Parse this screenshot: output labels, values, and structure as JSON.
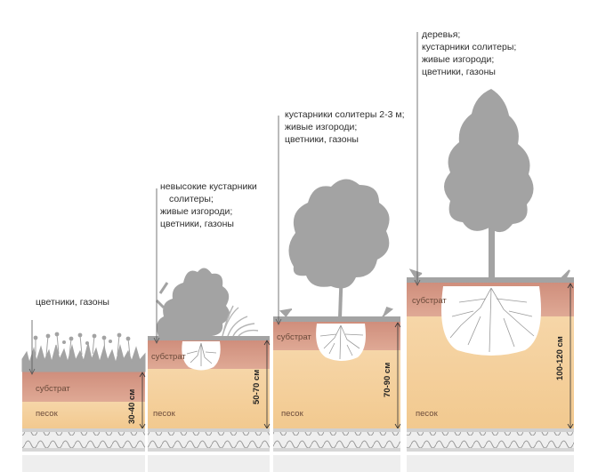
{
  "columns": [
    {
      "plants": [
        "цветники, газоны"
      ],
      "substrate_label": "субстрат",
      "sand_label": "песок",
      "depth": "30-40 см"
    },
    {
      "plants": [
        "невысокие кустарники",
        "солитеры;",
        "живые изгороди;",
        "цветники, газоны"
      ],
      "substrate_label": "субстрат",
      "sand_label": "песок",
      "depth": "50-70 см"
    },
    {
      "plants": [
        "кустарники солитеры 2-3 м;",
        "живые изгороди;",
        "цветники, газоны"
      ],
      "substrate_label": "субстрат",
      "sand_label": "песок",
      "depth": "70-90 см"
    },
    {
      "plants": [
        "деревья;",
        "кустарники солитеры;",
        "живые изгороди;",
        "цветники, газоны"
      ],
      "substrate_label": "субстрат",
      "sand_label": "песок",
      "depth": "100-120 см"
    }
  ],
  "colors": {
    "substrate": "#d89a88",
    "sand": "#f3cf9c",
    "vegetation": "#a3a3a3",
    "drainage": "#e6e6e6"
  }
}
